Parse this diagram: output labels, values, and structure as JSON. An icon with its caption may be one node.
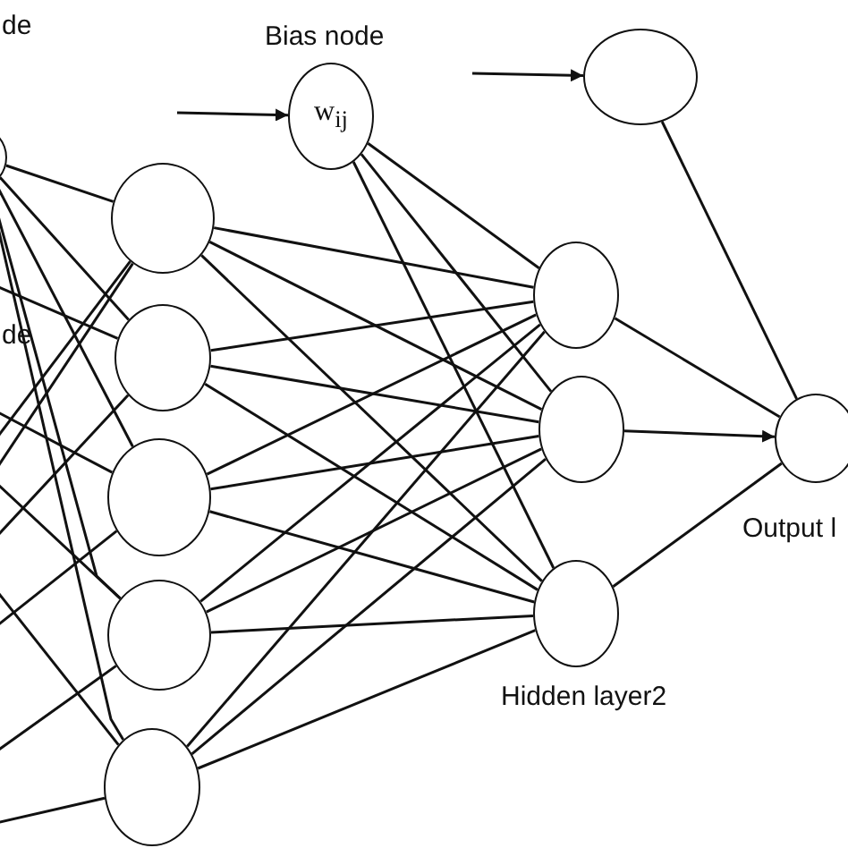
{
  "diagram": {
    "nodes": [
      {
        "text": [],
        "shape": "circle"
      },
      {
        "text": [
          "w$_{ij}$"
        ],
        "beside": [
          "Bias node"
        ]
      },
      {
        "text": [],
        "shape": "circle"
      },
      {
        "text": [],
        "shape": "circle"
      },
      {
        "text": [],
        "shape": "circle"
      },
      {
        "text": [],
        "shape": "circle"
      },
      {
        "text": [],
        "shape": "circle"
      },
      {
        "text": [],
        "shape": "circle"
      },
      {
        "text": [],
        "shape": "circle"
      },
      {
        "text": [],
        "shape": "circle"
      },
      {
        "text": [],
        "shape": "circle",
        "beside": [
          "Hidden layer2"
        ]
      },
      {
        "text": [],
        "shape": "circle",
        "beside": [
          "Output l"
        ]
      }
    ],
    "edges": [
      {
        "from": null,
        "to": 1,
        "arrow": "to"
      },
      {
        "from": null,
        "to": 2,
        "arrow": "to"
      },
      {
        "from": 0,
        "to": 3,
        "arrow": "none"
      },
      {
        "from": 0,
        "to": 4,
        "arrow": "none"
      },
      {
        "from": 0,
        "to": 5,
        "arrow": "none"
      },
      {
        "from": 0,
        "to": 6,
        "arrow": "none"
      },
      {
        "from": 0,
        "to": 7,
        "arrow": "none"
      },
      {
        "from": null,
        "to": 3,
        "arrow": "none"
      },
      {
        "from": null,
        "to": 3,
        "arrow": "none"
      },
      {
        "from": null,
        "to": 4,
        "arrow": "none"
      },
      {
        "from": null,
        "to": 4,
        "arrow": "none"
      },
      {
        "from": null,
        "to": 5,
        "arrow": "none"
      },
      {
        "from": null,
        "to": 5,
        "arrow": "none"
      },
      {
        "from": null,
        "to": 6,
        "arrow": "none"
      },
      {
        "from": null,
        "to": 6,
        "arrow": "none"
      },
      {
        "from": null,
        "to": 7,
        "arrow": "none"
      },
      {
        "from": null,
        "to": 7,
        "arrow": "none"
      },
      {
        "from": 3,
        "to": 8,
        "arrow": "none"
      },
      {
        "from": 3,
        "to": 9,
        "arrow": "none"
      },
      {
        "from": 3,
        "to": 10,
        "arrow": "none"
      },
      {
        "from": 4,
        "to": 8,
        "arrow": "none"
      },
      {
        "from": 4,
        "to": 9,
        "arrow": "none"
      },
      {
        "from": 4,
        "to": 10,
        "arrow": "none"
      },
      {
        "from": 5,
        "to": 8,
        "arrow": "none"
      },
      {
        "from": 5,
        "to": 9,
        "arrow": "none"
      },
      {
        "from": 5,
        "to": 10,
        "arrow": "none"
      },
      {
        "from": 6,
        "to": 8,
        "arrow": "none"
      },
      {
        "from": 6,
        "to": 9,
        "arrow": "none"
      },
      {
        "from": 6,
        "to": 10,
        "arrow": "none"
      },
      {
        "from": 7,
        "to": 8,
        "arrow": "none"
      },
      {
        "from": 7,
        "to": 9,
        "arrow": "none"
      },
      {
        "from": 7,
        "to": 10,
        "arrow": "none"
      },
      {
        "from": 1,
        "to": 8,
        "arrow": "none"
      },
      {
        "from": 1,
        "to": 9,
        "arrow": "none"
      },
      {
        "from": 1,
        "to": 10,
        "arrow": "none"
      },
      {
        "from": 8,
        "to": 11,
        "arrow": "none"
      },
      {
        "from": 9,
        "to": 11,
        "arrow": "to"
      },
      {
        "from": 10,
        "to": 11,
        "arrow": "none"
      },
      {
        "from": 2,
        "to": 11,
        "arrow": "none"
      }
    ],
    "labels": [
      "de",
      "de"
    ]
  }
}
